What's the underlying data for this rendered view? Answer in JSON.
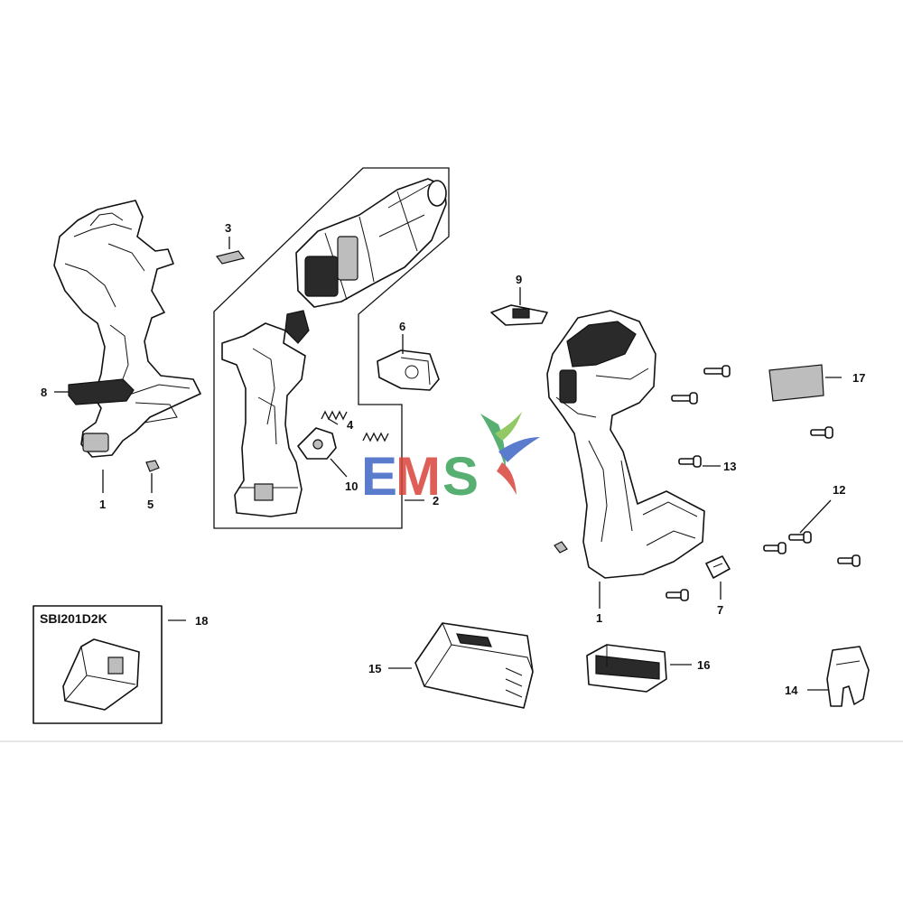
{
  "kit": {
    "model": "SBI201D2K"
  },
  "watermark": {
    "text": "EMS",
    "colors": {
      "E": "#3f64c4",
      "M": "#d9443a",
      "S": "#3aa35a"
    }
  },
  "callouts": {
    "c1a": "1",
    "c1b": "1",
    "c2": "2",
    "c3": "3",
    "c4": "4",
    "c5": "5",
    "c6": "6",
    "c7": "7",
    "c8": "8",
    "c9": "9",
    "c10": "10",
    "c12": "12",
    "c13": "13",
    "c14": "14",
    "c15": "15",
    "c16": "16",
    "c17": "17",
    "c18": "18"
  }
}
